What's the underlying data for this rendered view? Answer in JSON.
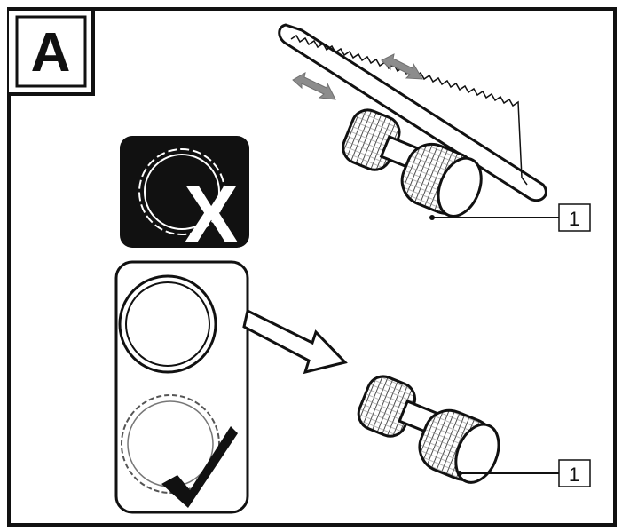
{
  "panel": {
    "letter": "A"
  },
  "callouts": [
    {
      "number": "1",
      "target": "saw-cut-hose-fitting"
    },
    {
      "number": "1",
      "target": "finished-hose-fitting"
    }
  ],
  "icons": {
    "wrong": "cross-icon",
    "right": "checkmark-icon",
    "motion": "double-arrow-icon"
  },
  "colors": {
    "ink": "#111111",
    "motion_arrow": "#8c8c8c",
    "background": "#ffffff"
  }
}
